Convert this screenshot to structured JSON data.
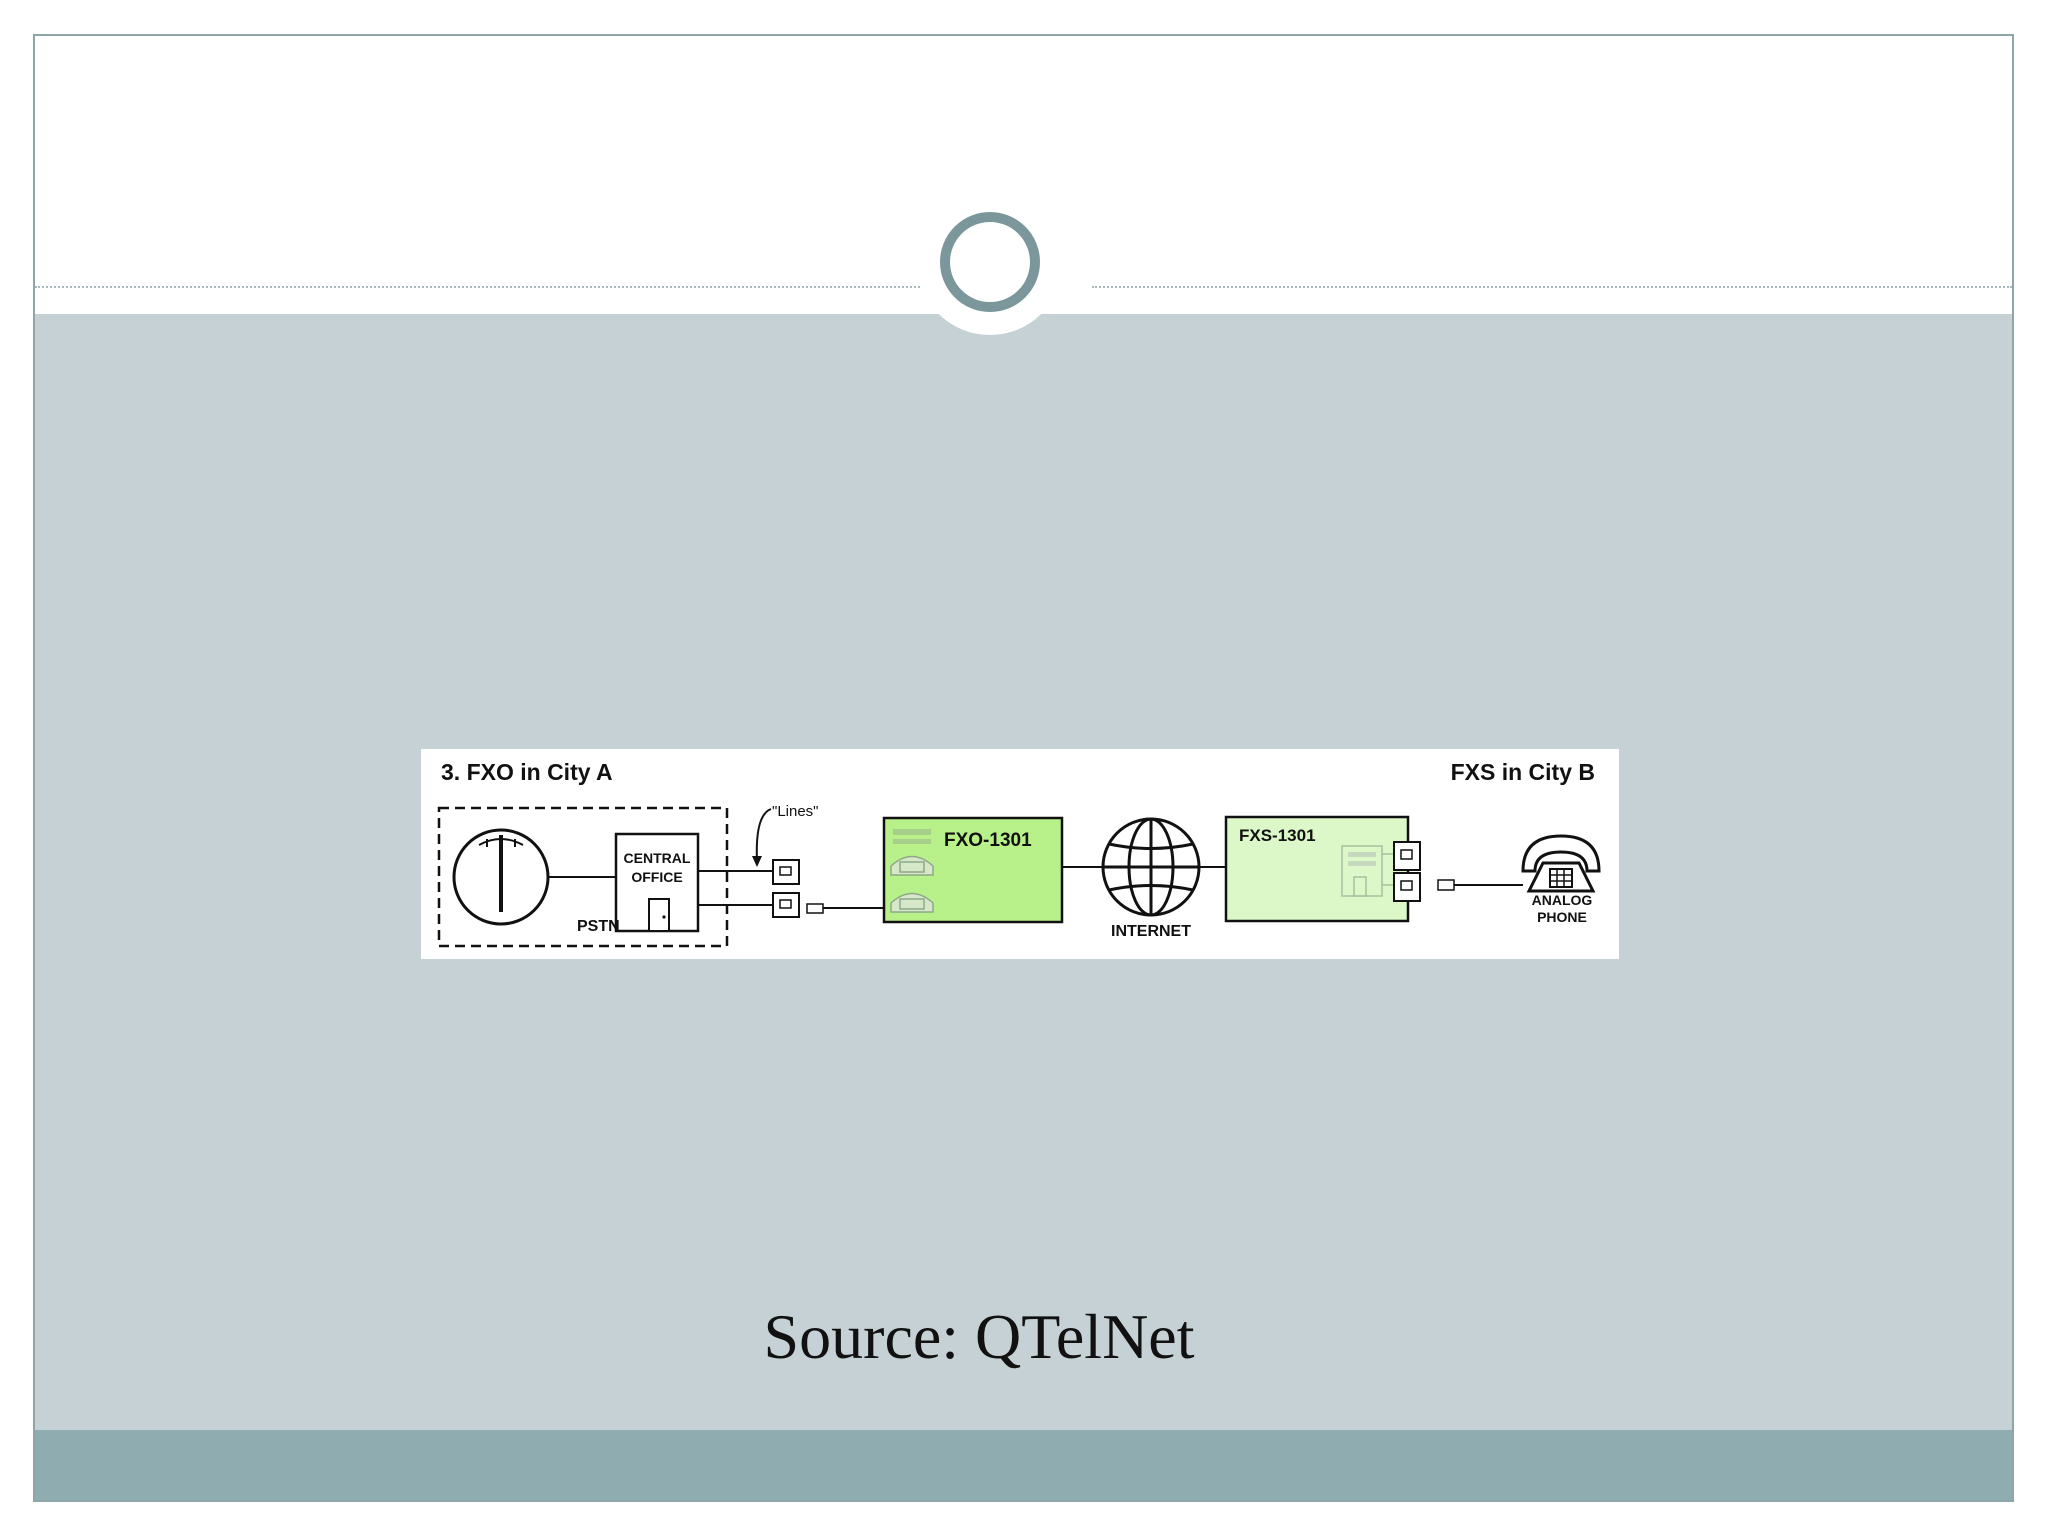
{
  "diagram": {
    "title_left": "3. FXO in City A",
    "title_right": "FXS in City B",
    "labels": {
      "lines": "\"Lines\"",
      "central_office_1": "CENTRAL",
      "central_office_2": "OFFICE",
      "pstn": "PSTN",
      "fxo_device": "FXO-1301",
      "fxs_device": "FXS-1301",
      "internet": "INTERNET",
      "analog_1": "ANALOG",
      "analog_2": "PHONE"
    },
    "colors": {
      "fxo_fill": "#b8f08a",
      "fxs_fill": "#dcf8c8",
      "line": "#111111"
    }
  },
  "caption": "Source: QTelNet",
  "theme": {
    "panel": "#c5d1d5",
    "footer": "#8facb0",
    "ring": "#7c979b"
  }
}
